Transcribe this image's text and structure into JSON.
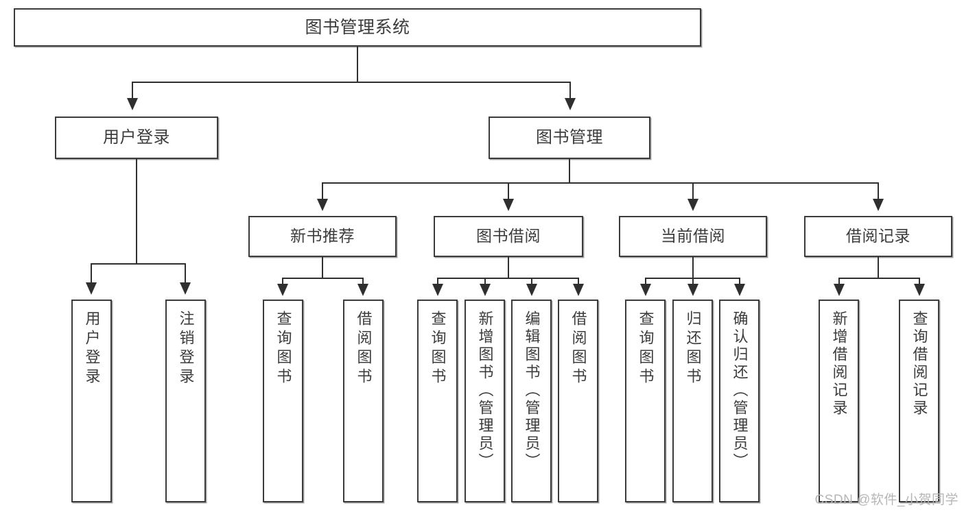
{
  "diagram": {
    "title": "图书管理系统",
    "type": "hierarchy-tree",
    "watermark": "CSDN @软件_小贺同学",
    "colors": {
      "box_border": "#3b3b3b",
      "line": "#2f2f2f",
      "text": "#3c3c3c",
      "background": "#ffffff",
      "watermark": "#b6b6b6"
    },
    "root": {
      "label": "图书管理系统"
    },
    "level2": [
      {
        "label": "用户登录"
      },
      {
        "label": "图书管理"
      }
    ],
    "level3": [
      {
        "label": "新书推荐"
      },
      {
        "label": "图书借阅"
      },
      {
        "label": "当前借阅"
      },
      {
        "label": "借阅记录"
      }
    ],
    "leaves": {
      "user_login": [
        {
          "label": "用户登录"
        },
        {
          "label": "注销登录"
        }
      ],
      "new_book_recommend": [
        {
          "label": "查询图书"
        },
        {
          "label": "借阅图书"
        }
      ],
      "book_borrow": [
        {
          "label": "查询图书"
        },
        {
          "label": "新增图书（管理员）"
        },
        {
          "label": "编辑图书（管理员）"
        },
        {
          "label": "借阅图书"
        }
      ],
      "current_borrow": [
        {
          "label": "查询图书"
        },
        {
          "label": "归还图书"
        },
        {
          "label": "确认归还（管理员）"
        }
      ],
      "borrow_record": [
        {
          "label": "新增借阅记录"
        },
        {
          "label": "查询借阅记录"
        }
      ]
    }
  }
}
